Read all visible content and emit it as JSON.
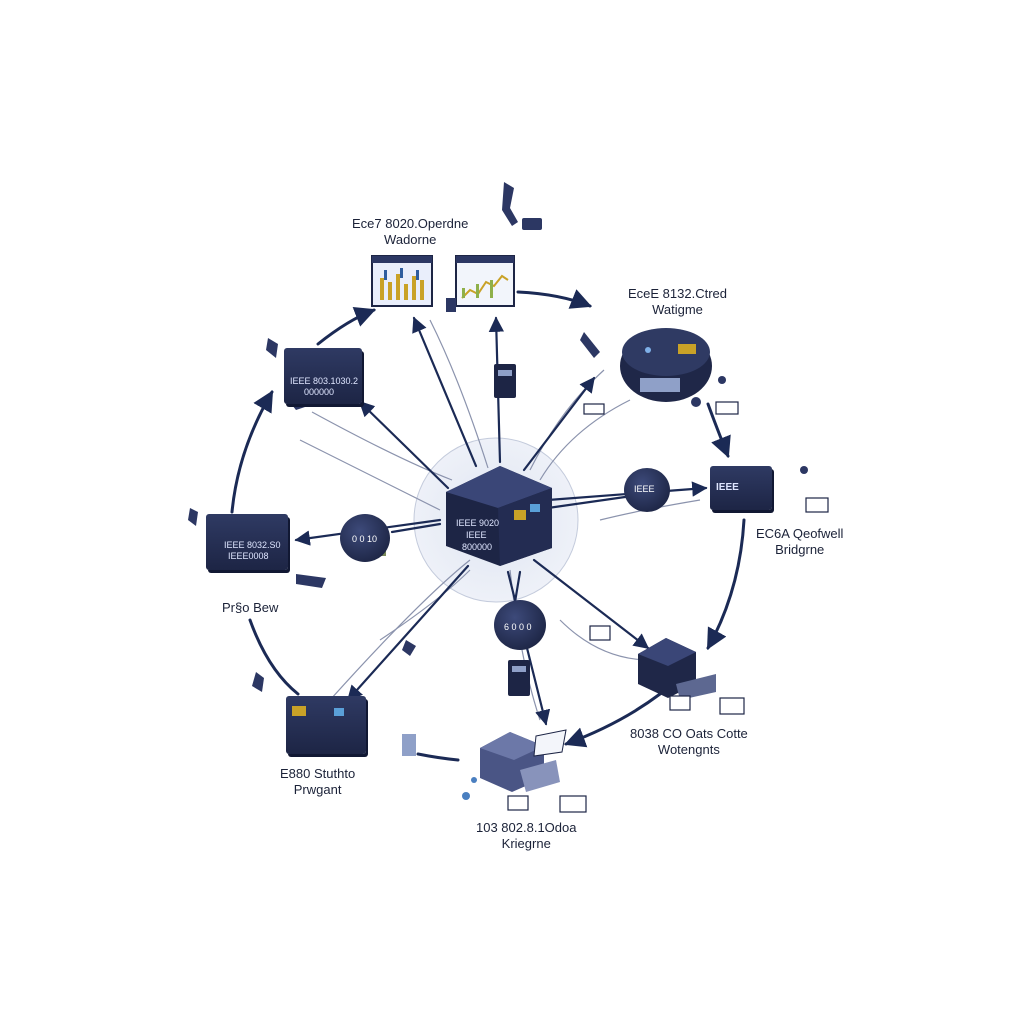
{
  "labels": {
    "top": [
      "Ece7 8020.Operdne",
      "Wadorne"
    ],
    "top_right": [
      "EceE 8132.Ctred",
      "Watigme"
    ],
    "right": [
      "EC6A Qeofwell",
      "Bridgrne"
    ],
    "left": "Pr§o Bew",
    "bottom_left": [
      "E880 Stuthto",
      "Prwgant"
    ],
    "bottom_right": [
      "8038 CO Oats Cotte",
      "Wotengnts"
    ],
    "bottom": [
      "103 802.8.1Odoa",
      "Kriegrne"
    ]
  },
  "nodes": {
    "upper_left_box": [
      "IEEE 803.1030.2",
      "000000"
    ],
    "left_box": [
      "IEEE 8032.S0",
      "IEEE0008"
    ],
    "right_box": "IEEE",
    "center_hub": [
      "IEEE 9020",
      "IEEE",
      "800000"
    ],
    "left_disc": "0 0 10",
    "lower_disc": "6 0 0 0",
    "right_disc": "IEEE"
  },
  "colors": {
    "navy": "#1d2545",
    "arrow": "#1b2a55",
    "thin_line": "#8b93ad",
    "halo": "#e4e9f4"
  }
}
